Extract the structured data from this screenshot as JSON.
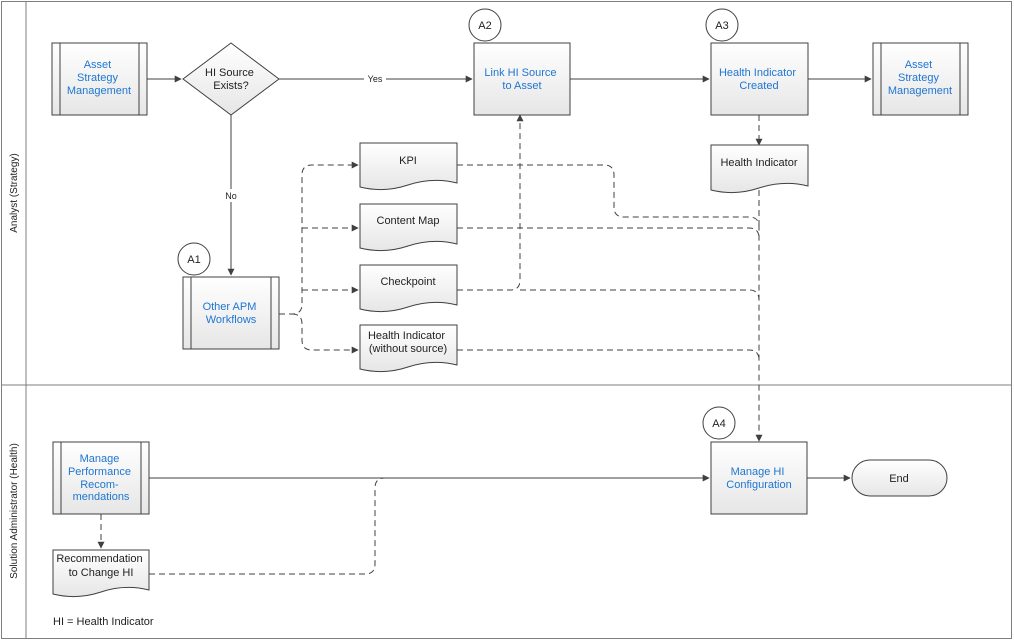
{
  "lanes": {
    "analyst": "Analyst (Strategy)",
    "admin": "Solution Administrator (Health)"
  },
  "steps": {
    "asm_left": [
      "Asset",
      "Strategy",
      "Management"
    ],
    "decision": [
      "HI Source",
      "Exists?"
    ],
    "link_hi": [
      "Link HI Source",
      "to Asset"
    ],
    "hi_created": [
      "Health Indicator",
      "Created"
    ],
    "asm_right": [
      "Asset",
      "Strategy",
      "Management"
    ],
    "other_apm": [
      "Other APM",
      "Workflows"
    ],
    "manage_perf": [
      "Manage",
      "Performance",
      "Recom-",
      "mendations"
    ],
    "manage_hi": [
      "Manage HI",
      "Configuration"
    ],
    "end": "End"
  },
  "documents": {
    "health_indicator": "Health Indicator",
    "kpi": "KPI",
    "content_map": "Content Map",
    "checkpoint": "Checkpoint",
    "hi_without_source": [
      "Health Indicator",
      "(without source)"
    ],
    "recommendation": [
      "Recommendation",
      "to Change HI"
    ]
  },
  "markers": {
    "a1": "A1",
    "a2": "A2",
    "a3": "A3",
    "a4": "A4"
  },
  "edge_labels": {
    "yes": "Yes",
    "no": "No"
  },
  "footnote": "HI = Health Indicator",
  "colors": {
    "link_text": "#1f76d2",
    "line": "#404040"
  }
}
